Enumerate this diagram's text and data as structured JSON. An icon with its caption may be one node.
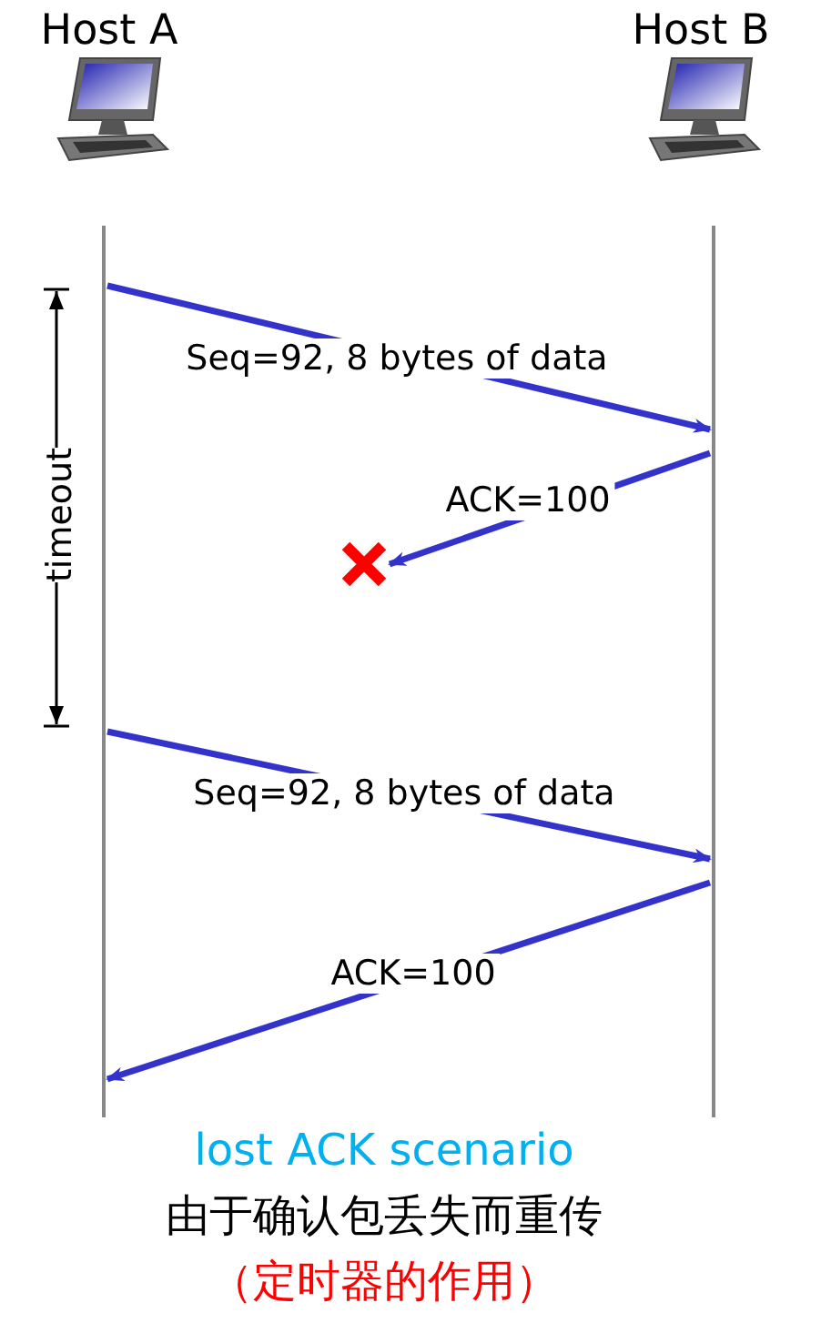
{
  "diagram": {
    "nodes": [
      {
        "text": [
          "Host A"
        ]
      },
      {
        "text": [
          "Host B"
        ]
      },
      {
        "text": [],
        "shape": "line"
      },
      {
        "text": [],
        "shape": "line"
      },
      {
        "text": [],
        "shape": "cross"
      }
    ],
    "edges": [
      {
        "from": 2,
        "to": 3,
        "arrow": "to",
        "label": "Seq=92, 8 bytes of data"
      },
      {
        "from": 3,
        "to": 4,
        "arrow": "to",
        "label": "ACK=100"
      },
      {
        "from": 2,
        "to": 3,
        "arrow": "to",
        "label": "Seq=92, 8 bytes of data"
      },
      {
        "from": 3,
        "to": 2,
        "arrow": "to",
        "label": "ACK=100"
      }
    ],
    "labels": [
      "timeout",
      "lost ACK scenario",
      "由于确认包丢失而重传",
      "（定时器的作用）"
    ]
  }
}
